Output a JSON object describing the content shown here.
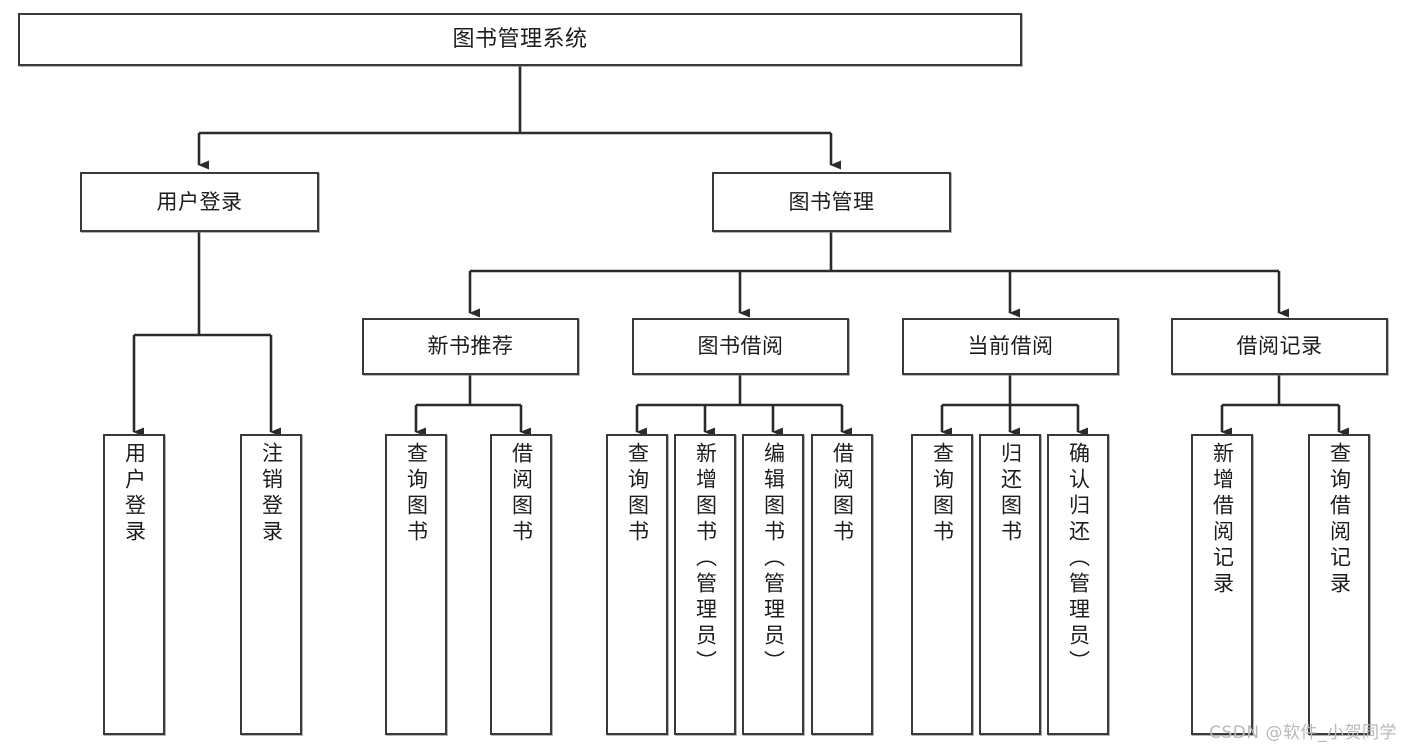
{
  "diagram": {
    "title": "图书管理系统",
    "type": "tree-hierarchy-chart",
    "colors": {
      "box_border": "#3a3a3a",
      "box_fill": "#ffffff",
      "connector": "#2b2b2b",
      "background": "#ffffff",
      "watermark": "#b9b9b9"
    },
    "watermark": "CSDN @软件_小贺同学",
    "levels": 4,
    "nodes": {
      "root": {
        "label": "图书管理系统"
      },
      "level2": [
        {
          "id": "user-login",
          "label": "用户登录"
        },
        {
          "id": "book-manage",
          "label": "图书管理"
        }
      ],
      "level3": [
        {
          "id": "new-book-recommend",
          "label": "新书推荐",
          "parent": "book-manage"
        },
        {
          "id": "book-borrow",
          "label": "图书借阅",
          "parent": "book-manage"
        },
        {
          "id": "current-borrow",
          "label": "当前借阅",
          "parent": "book-manage"
        },
        {
          "id": "borrow-record",
          "label": "借阅记录",
          "parent": "book-manage"
        }
      ],
      "leaves": [
        {
          "id": "leaf-user-login",
          "label": "用户登录",
          "parent": "user-login"
        },
        {
          "id": "leaf-user-logout",
          "label": "注销登录",
          "parent": "user-login"
        },
        {
          "id": "leaf-query-book-1",
          "label": "查询图书",
          "parent": "new-book-recommend"
        },
        {
          "id": "leaf-borrow-book-1",
          "label": "借阅图书",
          "parent": "new-book-recommend"
        },
        {
          "id": "leaf-query-book-2",
          "label": "查询图书",
          "parent": "book-borrow"
        },
        {
          "id": "leaf-add-book",
          "label": "新增图书（管理员）",
          "parent": "book-borrow"
        },
        {
          "id": "leaf-edit-book",
          "label": "编辑图书（管理员）",
          "parent": "book-borrow"
        },
        {
          "id": "leaf-borrow-book-2",
          "label": "借阅图书",
          "parent": "book-borrow"
        },
        {
          "id": "leaf-query-book-3",
          "label": "查询图书",
          "parent": "current-borrow"
        },
        {
          "id": "leaf-return-book",
          "label": "归还图书",
          "parent": "current-borrow"
        },
        {
          "id": "leaf-confirm-return",
          "label": "确认归还（管理员）",
          "parent": "current-borrow"
        },
        {
          "id": "leaf-add-record",
          "label": "新增借阅记录",
          "parent": "borrow-record"
        },
        {
          "id": "leaf-query-record",
          "label": "查询借阅记录",
          "parent": "borrow-record"
        }
      ]
    }
  }
}
